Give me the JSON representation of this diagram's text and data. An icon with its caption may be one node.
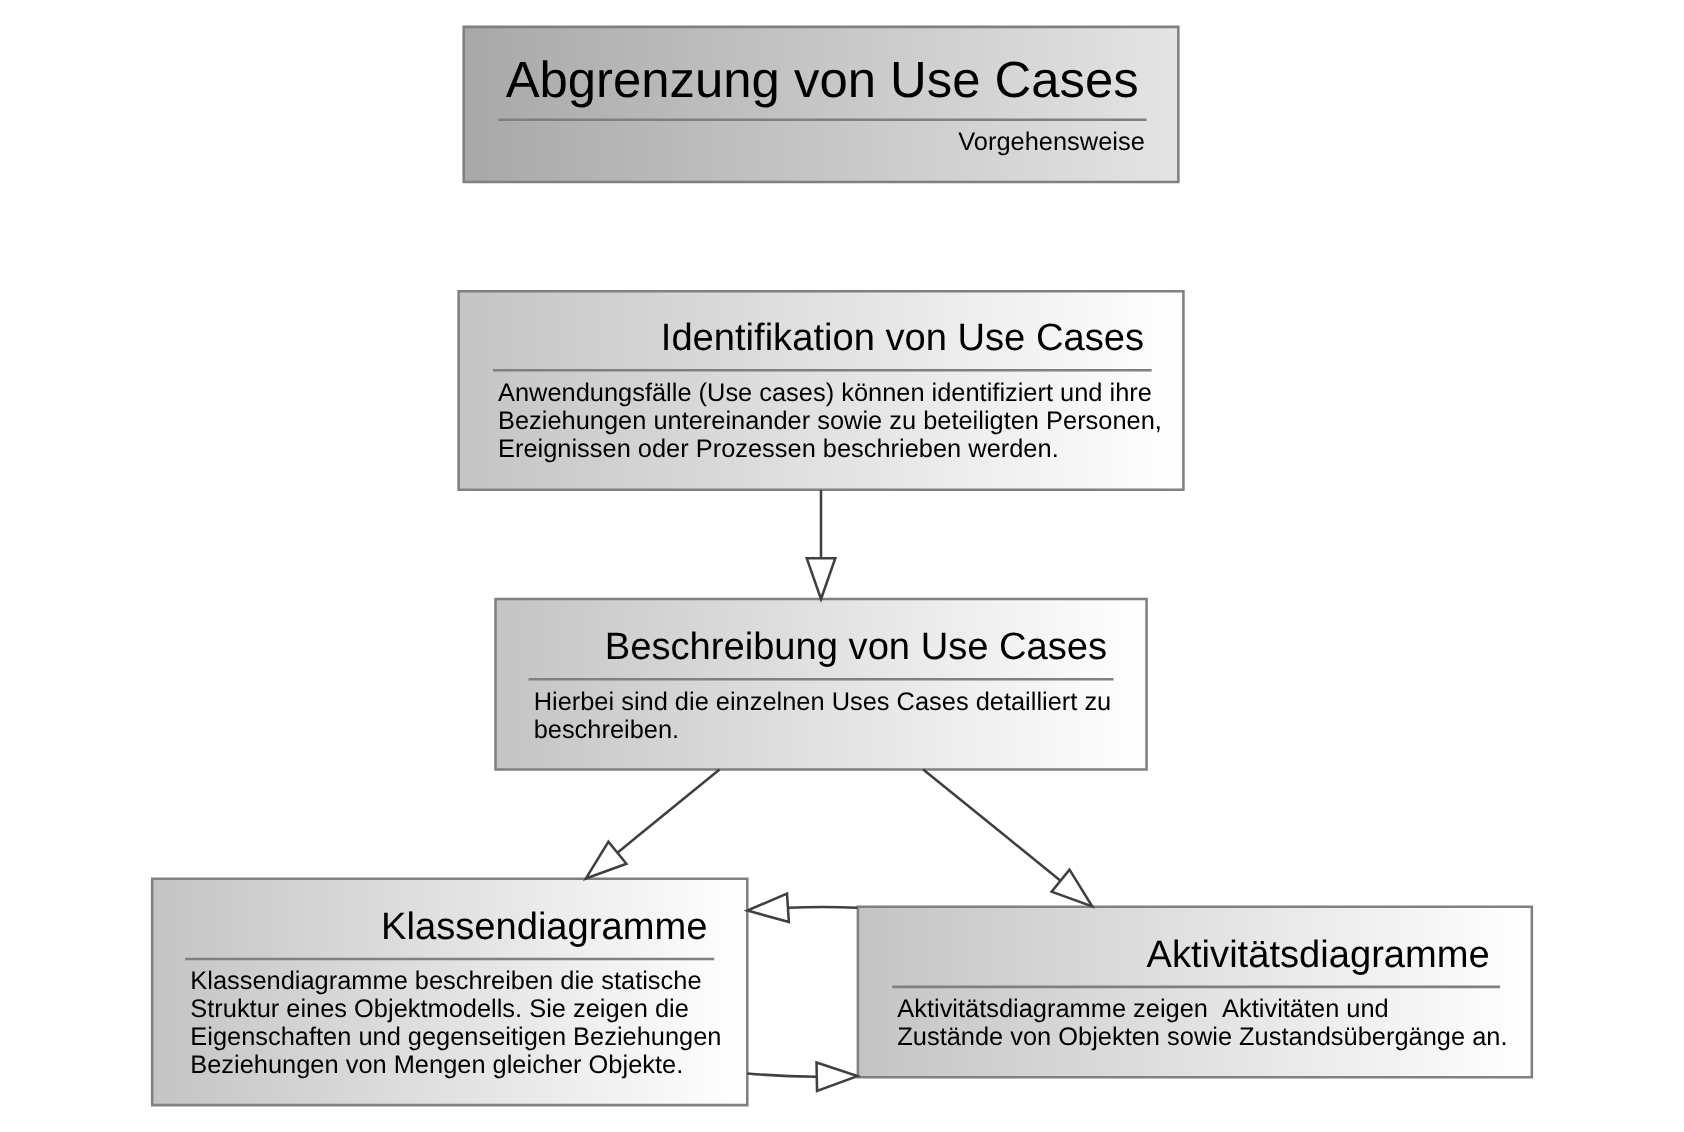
{
  "diagram": {
    "nodes": [
      {
        "text": [
          "Abgrenzung von Use Cases",
          "Vorgehensweise"
        ]
      },
      {
        "text": [
          "Identifikation von Use Cases",
          "Anwendungsfälle (Use cases) können identifiziert und ihre Beziehungen untereinander sowie zu beteiligten Personen, Ereignissen oder Prozessen beschrieben werden."
        ]
      },
      {
        "text": [
          "Beschreibung von Use Cases",
          "Hierbei sind die einzelnen Uses Cases detailliert zu beschreiben."
        ]
      },
      {
        "text": [
          "Klassendiagramme",
          "Klassendiagramme beschreiben die statische Struktur eines Objektmodells. Sie zeigen die Eigenschaften und gegenseitigen Beziehungen Beziehungen von Mengen gleicher Objekte."
        ]
      },
      {
        "text": [
          "Aktivitätsdiagramme",
          "Aktivitätsdiagramme zeigen  Aktivitäten und Zustände von Objekten sowie Zustandsübergänge an."
        ]
      }
    ],
    "edges": [
      {
        "from": 1,
        "to": 2,
        "arrow": "to"
      },
      {
        "from": 2,
        "to": 3,
        "arrow": "to"
      },
      {
        "from": 2,
        "to": 4,
        "arrow": "to"
      },
      {
        "from": 3,
        "to": 4,
        "arrow": "to"
      },
      {
        "from": 4,
        "to": 3,
        "arrow": "to"
      }
    ]
  }
}
